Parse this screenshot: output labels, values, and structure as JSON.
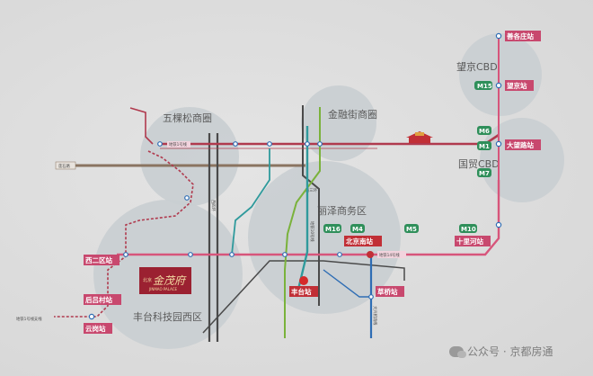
{
  "colors": {
    "line_red": "#b03a4e",
    "line_pink": "#d7557b",
    "line_teal": "#2f9a9c",
    "line_green": "#7ab23b",
    "line_blue": "#2e6db4",
    "line_gray": "#4a4a4a",
    "line_brown": "#8a7461",
    "circle_fill": "#c9ced2",
    "station_box_pink": "#c8486e",
    "station_box_red": "#c12f36",
    "badge_green": "#2f8f5a"
  },
  "districts": {
    "wukesong": "五棵松商圈",
    "jinrongjie": "金融街商圈",
    "lize": "丽泽商务区",
    "wangjing": "望京CBD",
    "guomao": "国贸CBD",
    "fengtai_tech": "丰台科技园西区"
  },
  "stations": {
    "shanhezhuang": "善各庄站",
    "wangjing": "望京站",
    "dawanglu": "大望路站",
    "xierqu": "西二区站",
    "houlvcun": "后吕村站",
    "yungang": "云岗站",
    "beijing_south": "北京南站",
    "shilihe": "十里河站",
    "fengtai": "丰台站",
    "caoqiao": "草桥站"
  },
  "badges": {
    "m15": "M15",
    "m6": "M6",
    "m1": "M1",
    "m7": "M7",
    "m16": "M16",
    "m4": "M4",
    "m5": "M5",
    "m10": "M10"
  },
  "line_labels": {
    "line1_west": "地铁1号线",
    "line1_branch": "地铁1号线支线",
    "line10": "地铁10号线",
    "line14": "地铁14号线",
    "lianshi_road": "莲石路",
    "xisihuan": "西四环",
    "xisanhuan": "西三环",
    "daxing_airport": "大兴机场线"
  },
  "brand": {
    "name": "金茂府",
    "prefix": "北京",
    "english": "JINMAO PALACE"
  },
  "watermark": {
    "text": "公众号 · 京都房通"
  }
}
